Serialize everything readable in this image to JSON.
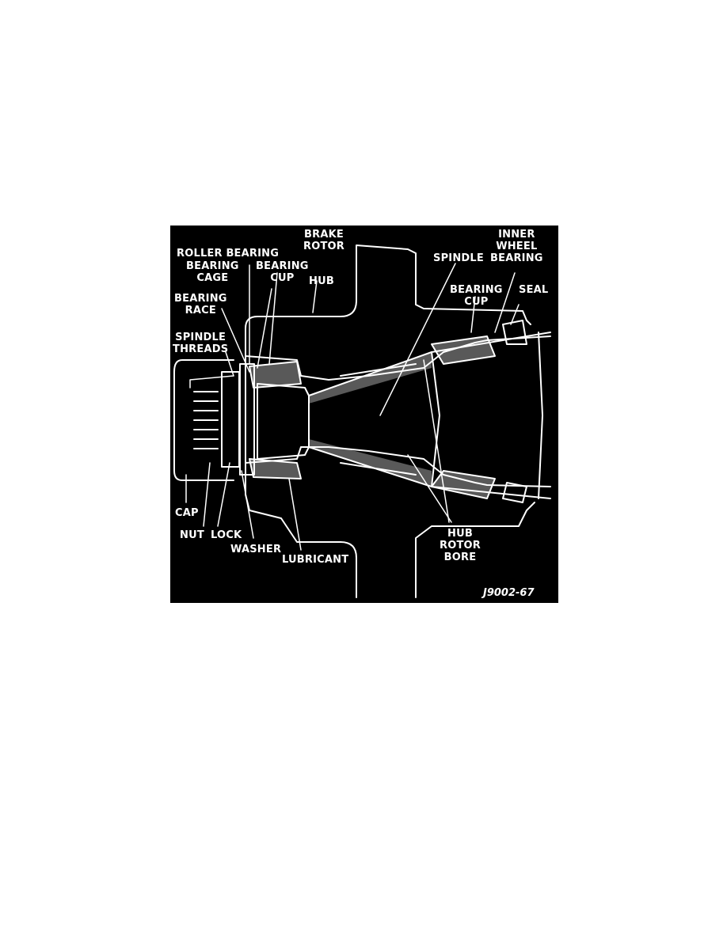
{
  "figure": {
    "code": "J9002-67",
    "labels": {
      "brake_rotor": "BRAKE\nROTOR",
      "inner_wheel_bearing": "INNER\nWHEEL\nBEARING",
      "roller_bearing": "ROLLER BEARING",
      "bearing_cage": "BEARING\nCAGE",
      "bearing_cup_outer": "BEARING\nCUP",
      "hub": "HUB",
      "spindle": "SPINDLE",
      "bearing_cup_inner": "BEARING\nCUP",
      "seal": "SEAL",
      "bearing_race": "BEARING\nRACE",
      "spindle_threads": "SPINDLE\nTHREADS",
      "cap": "CAP",
      "nut": "NUT",
      "lock": "LOCK",
      "washer": "WASHER",
      "lubricant": "LUBRICANT",
      "hub_rotor_bore": "HUB\nROTOR\nBORE"
    }
  }
}
